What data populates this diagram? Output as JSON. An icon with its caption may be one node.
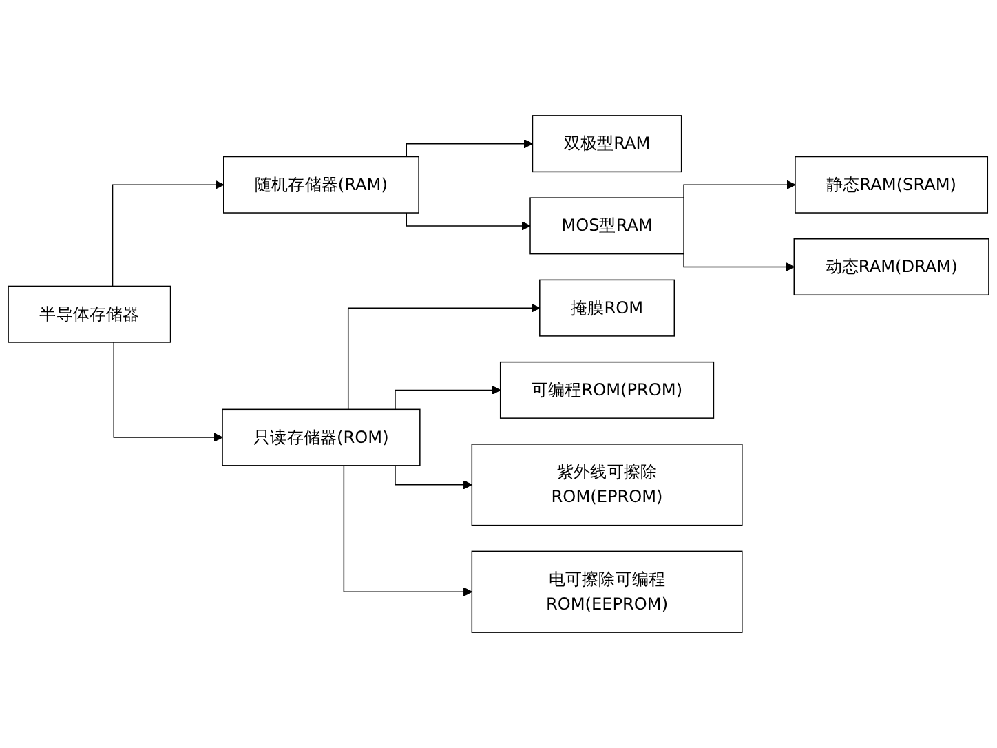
{
  "diagram": {
    "nodes": [
      {
        "text": [
          "半导体存储器"
        ]
      },
      {
        "text": [
          "随机存储器(RAM)"
        ]
      },
      {
        "text": [
          "只读存储器(ROM)"
        ]
      },
      {
        "text": [
          "双极型RAM"
        ]
      },
      {
        "text": [
          "MOS型RAM"
        ]
      },
      {
        "text": [
          "静态RAM(SRAM)"
        ]
      },
      {
        "text": [
          "动态RAM(DRAM)"
        ]
      },
      {
        "text": [
          "掩膜ROM"
        ]
      },
      {
        "text": [
          "可编程ROM(PROM)"
        ]
      },
      {
        "text": [
          "紫外线可擦除ROM(EPROM)"
        ]
      },
      {
        "text": [
          "电可擦除可编程ROM(EEPROM)"
        ]
      }
    ],
    "edges": [
      {
        "from": 0,
        "to": 1,
        "arrow": "to"
      },
      {
        "from": 0,
        "to": 2,
        "arrow": "to"
      },
      {
        "from": 1,
        "to": 3,
        "arrow": "to"
      },
      {
        "from": 1,
        "to": 4,
        "arrow": "to"
      },
      {
        "from": 4,
        "to": 5,
        "arrow": "to"
      },
      {
        "from": 4,
        "to": 6,
        "arrow": "to"
      },
      {
        "from": 2,
        "to": 7,
        "arrow": "to"
      },
      {
        "from": 2,
        "to": 8,
        "arrow": "to"
      },
      {
        "from": 2,
        "to": 9,
        "arrow": "to"
      },
      {
        "from": 2,
        "to": 10,
        "arrow": "to"
      }
    ]
  }
}
